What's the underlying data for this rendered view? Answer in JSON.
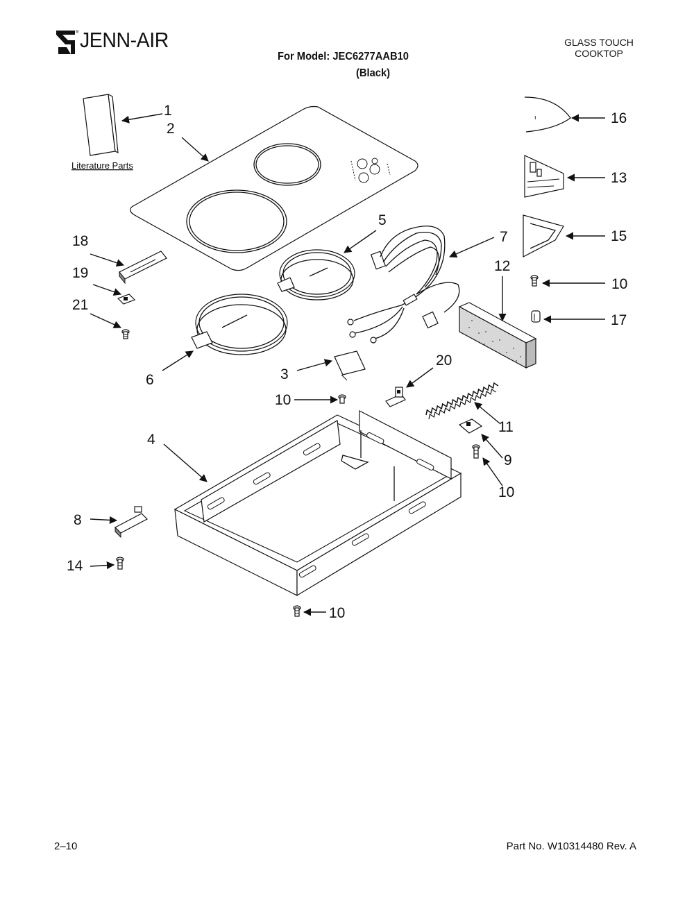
{
  "header": {
    "brand": "JENN-AIR",
    "model_line": "For Model: JEC6277AAB10",
    "color_line": "(Black)",
    "product_type_line1": "GLASS TOUCH",
    "product_type_line2": "COOKTOP"
  },
  "diagram": {
    "literature_label": "Literature Parts",
    "callouts": [
      "1",
      "2",
      "3",
      "4",
      "5",
      "6",
      "7",
      "8",
      "9",
      "10",
      "10",
      "10",
      "10",
      "11",
      "12",
      "13",
      "14",
      "15",
      "16",
      "17",
      "18",
      "19",
      "20",
      "21"
    ]
  },
  "footer": {
    "page_number": "2–10",
    "part_number": "Part No. W10314480 Rev. A"
  }
}
